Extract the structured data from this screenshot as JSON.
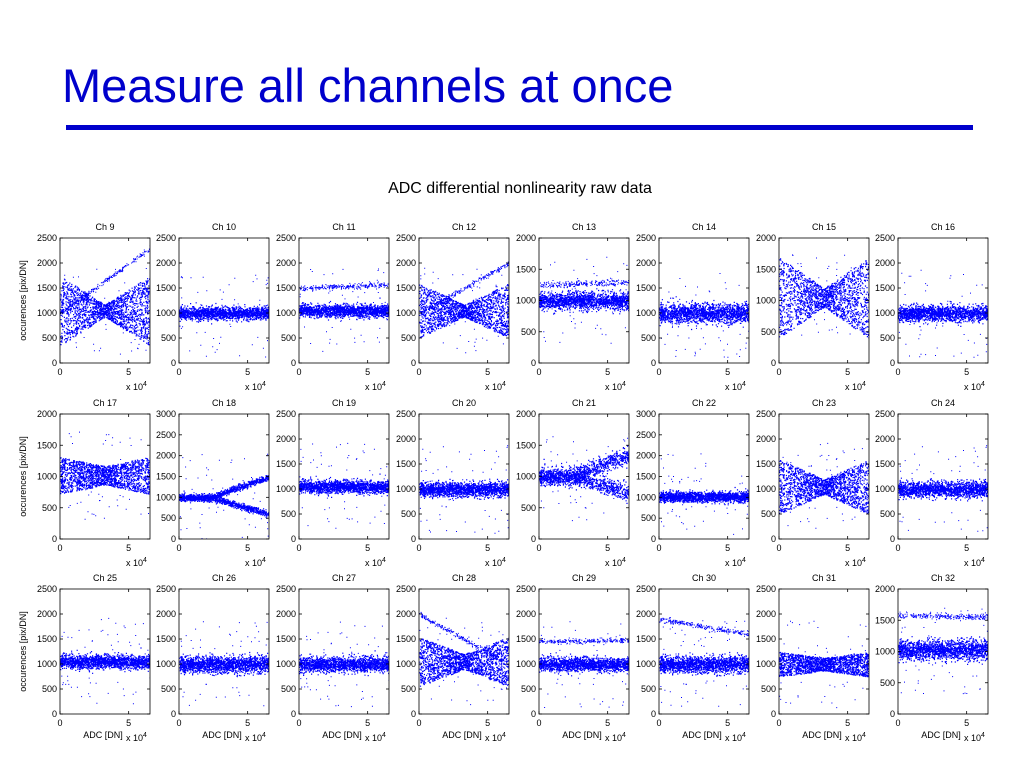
{
  "slide": {
    "title": "Measure all channels at once",
    "accent_color": "#0000cc"
  },
  "figure": {
    "title": "ADC differential nonlinearity raw data",
    "ylabel": "occurences [pix/DN]",
    "xlabel": "ADC [DN]",
    "x_exponent_base": "x 10",
    "x_exponent_power": "4",
    "marker_color": "#0000ff"
  },
  "chart_data": [
    {
      "type": "scatter",
      "title": "Ch 9",
      "xlim": [
        0,
        65536
      ],
      "ylim": [
        0,
        2500
      ],
      "yticks": [
        0,
        500,
        1000,
        1500,
        2000,
        2500
      ],
      "xticks": [
        0,
        5
      ],
      "x_multiplier": "x 10^4",
      "ylabel": "occurences [pix/DN]",
      "xlabel": "",
      "pattern": "cross",
      "center": 1050,
      "spread_edge": 700,
      "spread_mid": 120,
      "outlier": {
        "y0": 1000,
        "y1": 2300
      }
    },
    {
      "type": "scatter",
      "title": "Ch 10",
      "xlim": [
        0,
        65536
      ],
      "ylim": [
        0,
        2500
      ],
      "yticks": [
        0,
        500,
        1000,
        1500,
        2000,
        2500
      ],
      "xticks": [
        0,
        5
      ],
      "x_multiplier": "x 10^4",
      "ylabel": "",
      "xlabel": "",
      "pattern": "band",
      "center": 1000,
      "spread": 110
    },
    {
      "type": "scatter",
      "title": "Ch 11",
      "xlim": [
        0,
        65536
      ],
      "ylim": [
        0,
        2500
      ],
      "yticks": [
        0,
        500,
        1000,
        1500,
        2000,
        2500
      ],
      "xticks": [
        0,
        5
      ],
      "x_multiplier": "x 10^4",
      "ylabel": "",
      "xlabel": "",
      "pattern": "band",
      "center": 1050,
      "spread": 110,
      "outlier": {
        "y0": 1500,
        "y1": 1580
      }
    },
    {
      "type": "scatter",
      "title": "Ch 12",
      "xlim": [
        0,
        65536
      ],
      "ylim": [
        0,
        2500
      ],
      "yticks": [
        0,
        500,
        1000,
        1500,
        2000,
        2500
      ],
      "xticks": [
        0,
        5
      ],
      "x_multiplier": "x 10^4",
      "ylabel": "",
      "xlabel": "",
      "pattern": "cross",
      "center": 1050,
      "spread_edge": 550,
      "spread_mid": 120,
      "outlier": {
        "y0": 1000,
        "y1": 2000
      }
    },
    {
      "type": "scatter",
      "title": "Ch 13",
      "xlim": [
        0,
        65536
      ],
      "ylim": [
        0,
        2000
      ],
      "yticks": [
        0,
        500,
        1000,
        1500,
        2000
      ],
      "xticks": [
        0,
        5
      ],
      "x_multiplier": "x 10^4",
      "ylabel": "",
      "xlabel": "",
      "pattern": "band",
      "center": 1000,
      "spread": 120,
      "outlier": {
        "y0": 1250,
        "y1": 1300
      }
    },
    {
      "type": "scatter",
      "title": "Ch 14",
      "xlim": [
        0,
        65536
      ],
      "ylim": [
        0,
        2500
      ],
      "yticks": [
        0,
        500,
        1000,
        1500,
        2000,
        2500
      ],
      "xticks": [
        0,
        5
      ],
      "x_multiplier": "x 10^4",
      "ylabel": "",
      "xlabel": "",
      "pattern": "band",
      "center": 1000,
      "spread": 170
    },
    {
      "type": "scatter",
      "title": "Ch 15",
      "xlim": [
        0,
        65536
      ],
      "ylim": [
        0,
        2000
      ],
      "yticks": [
        0,
        500,
        1000,
        1500,
        2000
      ],
      "xticks": [
        0,
        5
      ],
      "x_multiplier": "x 10^4",
      "ylabel": "",
      "xlabel": "",
      "pattern": "cross",
      "center": 1050,
      "spread_edge": 650,
      "spread_mid": 150
    },
    {
      "type": "scatter",
      "title": "Ch 16",
      "xlim": [
        0,
        65536
      ],
      "ylim": [
        0,
        2500
      ],
      "yticks": [
        0,
        500,
        1000,
        1500,
        2000,
        2500
      ],
      "xticks": [
        0,
        5
      ],
      "x_multiplier": "x 10^4",
      "ylabel": "",
      "xlabel": "",
      "pattern": "band",
      "center": 1000,
      "spread": 140
    },
    {
      "type": "scatter",
      "title": "Ch 17",
      "xlim": [
        0,
        65536
      ],
      "ylim": [
        0,
        2000
      ],
      "yticks": [
        0,
        500,
        1000,
        1500,
        2000
      ],
      "xticks": [
        0,
        5
      ],
      "x_multiplier": "x 10^4",
      "ylabel": "occurences [pix/DN]",
      "xlabel": "",
      "pattern": "cross",
      "center": 1020,
      "spread_edge": 300,
      "spread_mid": 150
    },
    {
      "type": "scatter",
      "title": "Ch 18",
      "xlim": [
        0,
        65536
      ],
      "ylim": [
        0,
        3000
      ],
      "yticks": [
        0,
        500,
        1000,
        1500,
        2000,
        2500,
        3000
      ],
      "xticks": [
        0,
        5
      ],
      "x_multiplier": "x 10^4",
      "ylabel": "",
      "xlabel": "",
      "pattern": "fork",
      "center": 1000,
      "fork_hi": 1500,
      "fork_lo": 600,
      "spread": 70
    },
    {
      "type": "scatter",
      "title": "Ch 19",
      "xlim": [
        0,
        65536
      ],
      "ylim": [
        0,
        2500
      ],
      "yticks": [
        0,
        500,
        1000,
        1500,
        2000,
        2500
      ],
      "xticks": [
        0,
        5
      ],
      "x_multiplier": "x 10^4",
      "ylabel": "",
      "xlabel": "",
      "pattern": "band",
      "center": 1050,
      "spread": 110
    },
    {
      "type": "scatter",
      "title": "Ch 20",
      "xlim": [
        0,
        65536
      ],
      "ylim": [
        0,
        2500
      ],
      "yticks": [
        0,
        500,
        1000,
        1500,
        2000,
        2500
      ],
      "xticks": [
        0,
        5
      ],
      "x_multiplier": "x 10^4",
      "ylabel": "",
      "xlabel": "",
      "pattern": "band",
      "center": 1000,
      "spread": 130
    },
    {
      "type": "scatter",
      "title": "Ch 21",
      "xlim": [
        0,
        65536
      ],
      "ylim": [
        0,
        2000
      ],
      "yticks": [
        0,
        500,
        1000,
        1500,
        2000
      ],
      "xticks": [
        0,
        5
      ],
      "x_multiplier": "x 10^4",
      "ylabel": "",
      "xlabel": "",
      "pattern": "fork",
      "center": 1000,
      "fork_hi": 1350,
      "fork_lo": 750,
      "spread": 120
    },
    {
      "type": "scatter",
      "title": "Ch 22",
      "xlim": [
        0,
        65536
      ],
      "ylim": [
        0,
        3000
      ],
      "yticks": [
        0,
        500,
        1000,
        1500,
        2000,
        2500,
        3000
      ],
      "xticks": [
        0,
        5
      ],
      "x_multiplier": "x 10^4",
      "ylabel": "",
      "xlabel": "",
      "pattern": "band",
      "center": 1020,
      "spread": 110
    },
    {
      "type": "scatter",
      "title": "Ch 23",
      "xlim": [
        0,
        65536
      ],
      "ylim": [
        0,
        2500
      ],
      "yticks": [
        0,
        500,
        1000,
        1500,
        2000,
        2500
      ],
      "xticks": [
        0,
        5
      ],
      "x_multiplier": "x 10^4",
      "ylabel": "",
      "xlabel": "",
      "pattern": "cross",
      "center": 1050,
      "spread_edge": 550,
      "spread_mid": 150
    },
    {
      "type": "scatter",
      "title": "Ch 24",
      "xlim": [
        0,
        65536
      ],
      "ylim": [
        0,
        2500
      ],
      "yticks": [
        0,
        500,
        1000,
        1500,
        2000,
        2500
      ],
      "xticks": [
        0,
        5
      ],
      "x_multiplier": "x 10^4",
      "ylabel": "",
      "xlabel": "",
      "pattern": "band",
      "center": 1000,
      "spread": 140
    },
    {
      "type": "scatter",
      "title": "Ch 25",
      "xlim": [
        0,
        65536
      ],
      "ylim": [
        0,
        2500
      ],
      "yticks": [
        0,
        500,
        1000,
        1500,
        2000,
        2500
      ],
      "xticks": [
        0,
        5
      ],
      "x_multiplier": "x 10^4",
      "ylabel": "occurences [pix/DN]",
      "xlabel": "ADC [DN]",
      "pattern": "band",
      "center": 1050,
      "spread": 120
    },
    {
      "type": "scatter",
      "title": "Ch 26",
      "xlim": [
        0,
        65536
      ],
      "ylim": [
        0,
        2500
      ],
      "yticks": [
        0,
        500,
        1000,
        1500,
        2000,
        2500
      ],
      "xticks": [
        0,
        5
      ],
      "x_multiplier": "x 10^4",
      "ylabel": "",
      "xlabel": "ADC [DN]",
      "pattern": "band",
      "center": 1000,
      "spread": 150
    },
    {
      "type": "scatter",
      "title": "Ch 27",
      "xlim": [
        0,
        65536
      ],
      "ylim": [
        0,
        2500
      ],
      "yticks": [
        0,
        500,
        1000,
        1500,
        2000,
        2500
      ],
      "xticks": [
        0,
        5
      ],
      "x_multiplier": "x 10^4",
      "ylabel": "",
      "xlabel": "ADC [DN]",
      "pattern": "band",
      "center": 1000,
      "spread": 130
    },
    {
      "type": "scatter",
      "title": "Ch 28",
      "xlim": [
        0,
        65536
      ],
      "ylim": [
        0,
        2500
      ],
      "yticks": [
        0,
        500,
        1000,
        1500,
        2000,
        2500
      ],
      "xticks": [
        0,
        5
      ],
      "x_multiplier": "x 10^4",
      "ylabel": "",
      "xlabel": "ADC [DN]",
      "pattern": "cross",
      "center": 1050,
      "spread_edge": 500,
      "spread_mid": 150,
      "outlier": {
        "y0": 2000,
        "y1": 1000
      }
    },
    {
      "type": "scatter",
      "title": "Ch 29",
      "xlim": [
        0,
        65536
      ],
      "ylim": [
        0,
        2500
      ],
      "yticks": [
        0,
        500,
        1000,
        1500,
        2000,
        2500
      ],
      "xticks": [
        0,
        5
      ],
      "x_multiplier": "x 10^4",
      "ylabel": "",
      "xlabel": "ADC [DN]",
      "pattern": "band",
      "center": 1000,
      "spread": 120,
      "outlier": {
        "y0": 1450,
        "y1": 1480
      }
    },
    {
      "type": "scatter",
      "title": "Ch 30",
      "xlim": [
        0,
        65536
      ],
      "ylim": [
        0,
        2500
      ],
      "yticks": [
        0,
        500,
        1000,
        1500,
        2000,
        2500
      ],
      "xticks": [
        0,
        5
      ],
      "x_multiplier": "x 10^4",
      "ylabel": "",
      "xlabel": "ADC [DN]",
      "pattern": "band",
      "center": 1000,
      "spread": 150,
      "outlier": {
        "y0": 1900,
        "y1": 1600
      }
    },
    {
      "type": "scatter",
      "title": "Ch 31",
      "xlim": [
        0,
        65536
      ],
      "ylim": [
        0,
        2500
      ],
      "yticks": [
        0,
        500,
        1000,
        1500,
        2000,
        2500
      ],
      "xticks": [
        0,
        5
      ],
      "x_multiplier": "x 10^4",
      "ylabel": "",
      "xlabel": "ADC [DN]",
      "pattern": "cross",
      "center": 1000,
      "spread_edge": 250,
      "spread_mid": 130
    },
    {
      "type": "scatter",
      "title": "Ch 32",
      "xlim": [
        0,
        65536
      ],
      "ylim": [
        0,
        2000
      ],
      "yticks": [
        0,
        500,
        1000,
        1500,
        2000
      ],
      "xticks": [
        0,
        5
      ],
      "x_multiplier": "x 10^4",
      "ylabel": "",
      "xlabel": "ADC [DN]",
      "pattern": "band",
      "center": 1030,
      "spread": 140,
      "outlier": {
        "y0": 1580,
        "y1": 1560
      }
    }
  ]
}
